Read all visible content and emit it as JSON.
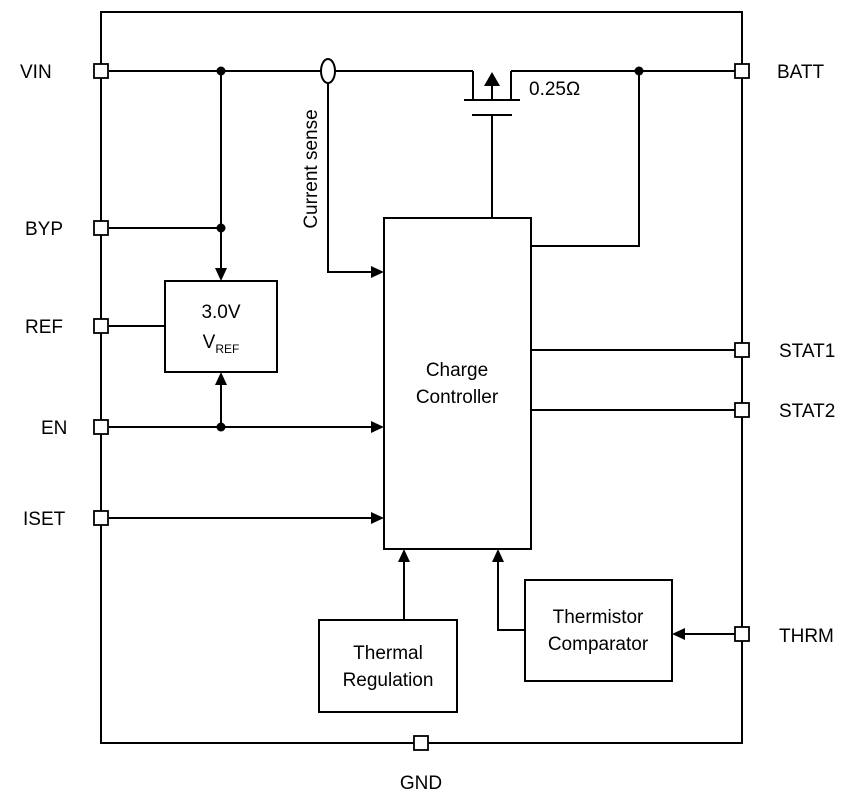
{
  "pins": {
    "vin": "VIN",
    "byp": "BYP",
    "ref": "REF",
    "en": "EN",
    "iset": "ISET",
    "batt": "BATT",
    "stat1": "STAT1",
    "stat2": "STAT2",
    "thrm": "THRM",
    "gnd": "GND"
  },
  "blocks": {
    "vref": {
      "voltage": "3.0V",
      "symbol": "V",
      "subscript": "REF"
    },
    "charge_controller": {
      "line1": "Charge",
      "line2": "Controller"
    },
    "thermal_regulation": {
      "line1": "Thermal",
      "line2": "Regulation"
    },
    "thermistor_comparator": {
      "line1": "Thermistor",
      "line2": "Comparator"
    }
  },
  "annotations": {
    "current_sense": "Current sense",
    "resistance": "0.25Ω"
  }
}
